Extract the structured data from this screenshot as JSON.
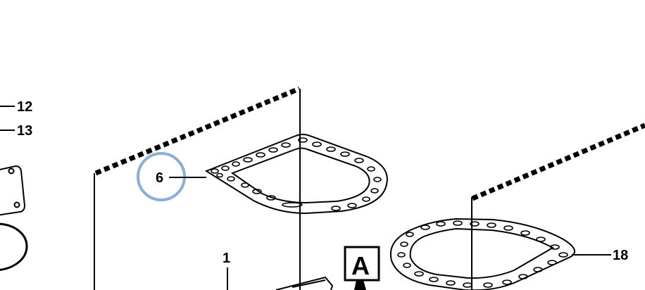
{
  "diagram": {
    "callouts": {
      "c12": "12",
      "c13": "13",
      "c6": "6",
      "c1": "1",
      "c18": "18"
    },
    "view_marker": "A",
    "highlight_color": "#8aaed6",
    "line_color": "#000000"
  }
}
